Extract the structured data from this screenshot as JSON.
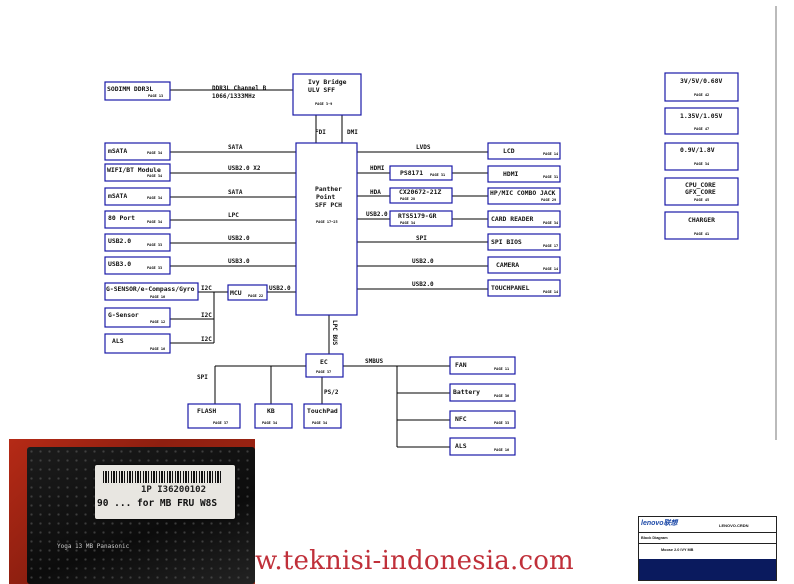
{
  "blocks": {
    "sodimm": {
      "label": "SODIMM DDR3L",
      "page": "PAGE 13"
    },
    "ivy": {
      "line1": "Ivy Bridge",
      "line2": "ULV SFF",
      "page": "PAGE 3-9"
    },
    "pch": {
      "line1": "Panther",
      "line2": "Point",
      "line3": "SFF PCH",
      "page": "PAGE 17~25"
    },
    "msata1": {
      "label": "mSATA",
      "page": "PAGE 34"
    },
    "wifi": {
      "label": "WIFI/BT Module",
      "page": "PAGE 34"
    },
    "msata2": {
      "label": "mSATA",
      "page": "PAGE 34"
    },
    "port80": {
      "label": "80 Port",
      "page": "PAGE 34"
    },
    "usb20": {
      "label": "USB2.0",
      "page": "PAGE 33"
    },
    "usb30": {
      "label": "USB3.0",
      "page": "PAGE 33"
    },
    "gsensor_combo": {
      "label": "G-SENSOR/e-Compass/Gyro",
      "page": "PAGE 16"
    },
    "mcu": {
      "label": "MCU",
      "page": "PAGE 22"
    },
    "gsensor": {
      "label": "G-Sensor",
      "page": "PAGE 12"
    },
    "als_left": {
      "label": "ALS",
      "page": "PAGE 16"
    },
    "lcd": {
      "label": "LCD",
      "page": "PAGE 14"
    },
    "ps8171": {
      "label": "PS8171",
      "page": "PAGE 31"
    },
    "hdmi": {
      "label": "HDMI",
      "page": "PAGE 31"
    },
    "cx20672": {
      "label": "CX20672-21Z",
      "page": "PAGE 28"
    },
    "hpmic": {
      "label": "HP/MIC COMBO JACK",
      "page": "PAGE 29"
    },
    "rts5179": {
      "label": "RTS5179-GR",
      "page": "PAGE 34"
    },
    "cardreader": {
      "label": "CARD READER",
      "page": "PAGE 34"
    },
    "spibios": {
      "label": "SPI BIOS",
      "page": "PAGE 17"
    },
    "camera": {
      "label": "CAMERA",
      "page": "PAGE 14"
    },
    "touchpanel": {
      "label": "TOUCHPANEL",
      "page": "PAGE 14"
    },
    "ec": {
      "label": "EC",
      "page": "PAGE 37"
    },
    "flash": {
      "label": "FLASH",
      "page": "PAGE 37"
    },
    "kb": {
      "label": "KB",
      "page": "PAGE 34"
    },
    "touchpad": {
      "label": "TouchPad",
      "page": "PAGE 34"
    },
    "fan": {
      "label": "FAN",
      "page": "PAGE 11"
    },
    "battery": {
      "label": "Battery",
      "page": "PAGE 36"
    },
    "nfc": {
      "label": "NFC",
      "page": "PAGE 33"
    },
    "als_right": {
      "label": "ALS",
      "page": "PAGE 16"
    },
    "pwr1": {
      "label": "3V/5V/0.68V",
      "page": "PAGE 42"
    },
    "pwr2": {
      "label": "1.35V/1.05V",
      "page": "PAGE 47"
    },
    "pwr3": {
      "label": "0.9V/1.8V",
      "page": "PAGE 34"
    },
    "pwr4": {
      "line1": "CPU_CORE",
      "line2": "GFX_CORE",
      "page": "PAGE 45"
    },
    "charger": {
      "label": "CHARGER",
      "page": "PAGE 41"
    }
  },
  "signals": {
    "ddr_ch": "DDR3L Channel B",
    "ddr_speed": "1066/1333MHz",
    "fdi": "FDI",
    "dmi": "DMI",
    "sata1": "SATA",
    "usb2x2": "USB2.0 X2",
    "sata2": "SATA",
    "lpc": "LPC",
    "usb20": "USB2.0",
    "usb30": "USB3.0",
    "i2c_1": "I2C",
    "i2c_2": "I2C",
    "i2c_3": "I2C",
    "mcu_usb": "USB2.0",
    "lvds": "LVDS",
    "hdmi": "HDMI",
    "hda": "HDA",
    "usb2_card": "USB2.0",
    "spi": "SPI",
    "usb2_cam": "USB2.0",
    "usb2_touch": "USB2.0",
    "lpc_bus": "LPC BUS",
    "smbus": "SMBUS",
    "spi_ec": "SPI",
    "ps2": "PS/2"
  },
  "photo": {
    "sticker_line1": "1P I36200102",
    "sticker_line2": "90 ... for MB FRU W8S",
    "board_print": "Yoga 13 MB Panasonic"
  },
  "watermark": "w.teknisi-indonesia.com",
  "titleblock": {
    "brand": "lenovo联想",
    "company": "LENOVO.CRDN",
    "title": "Block Diagram",
    "model": "Moose 2.0 IVY MB"
  }
}
